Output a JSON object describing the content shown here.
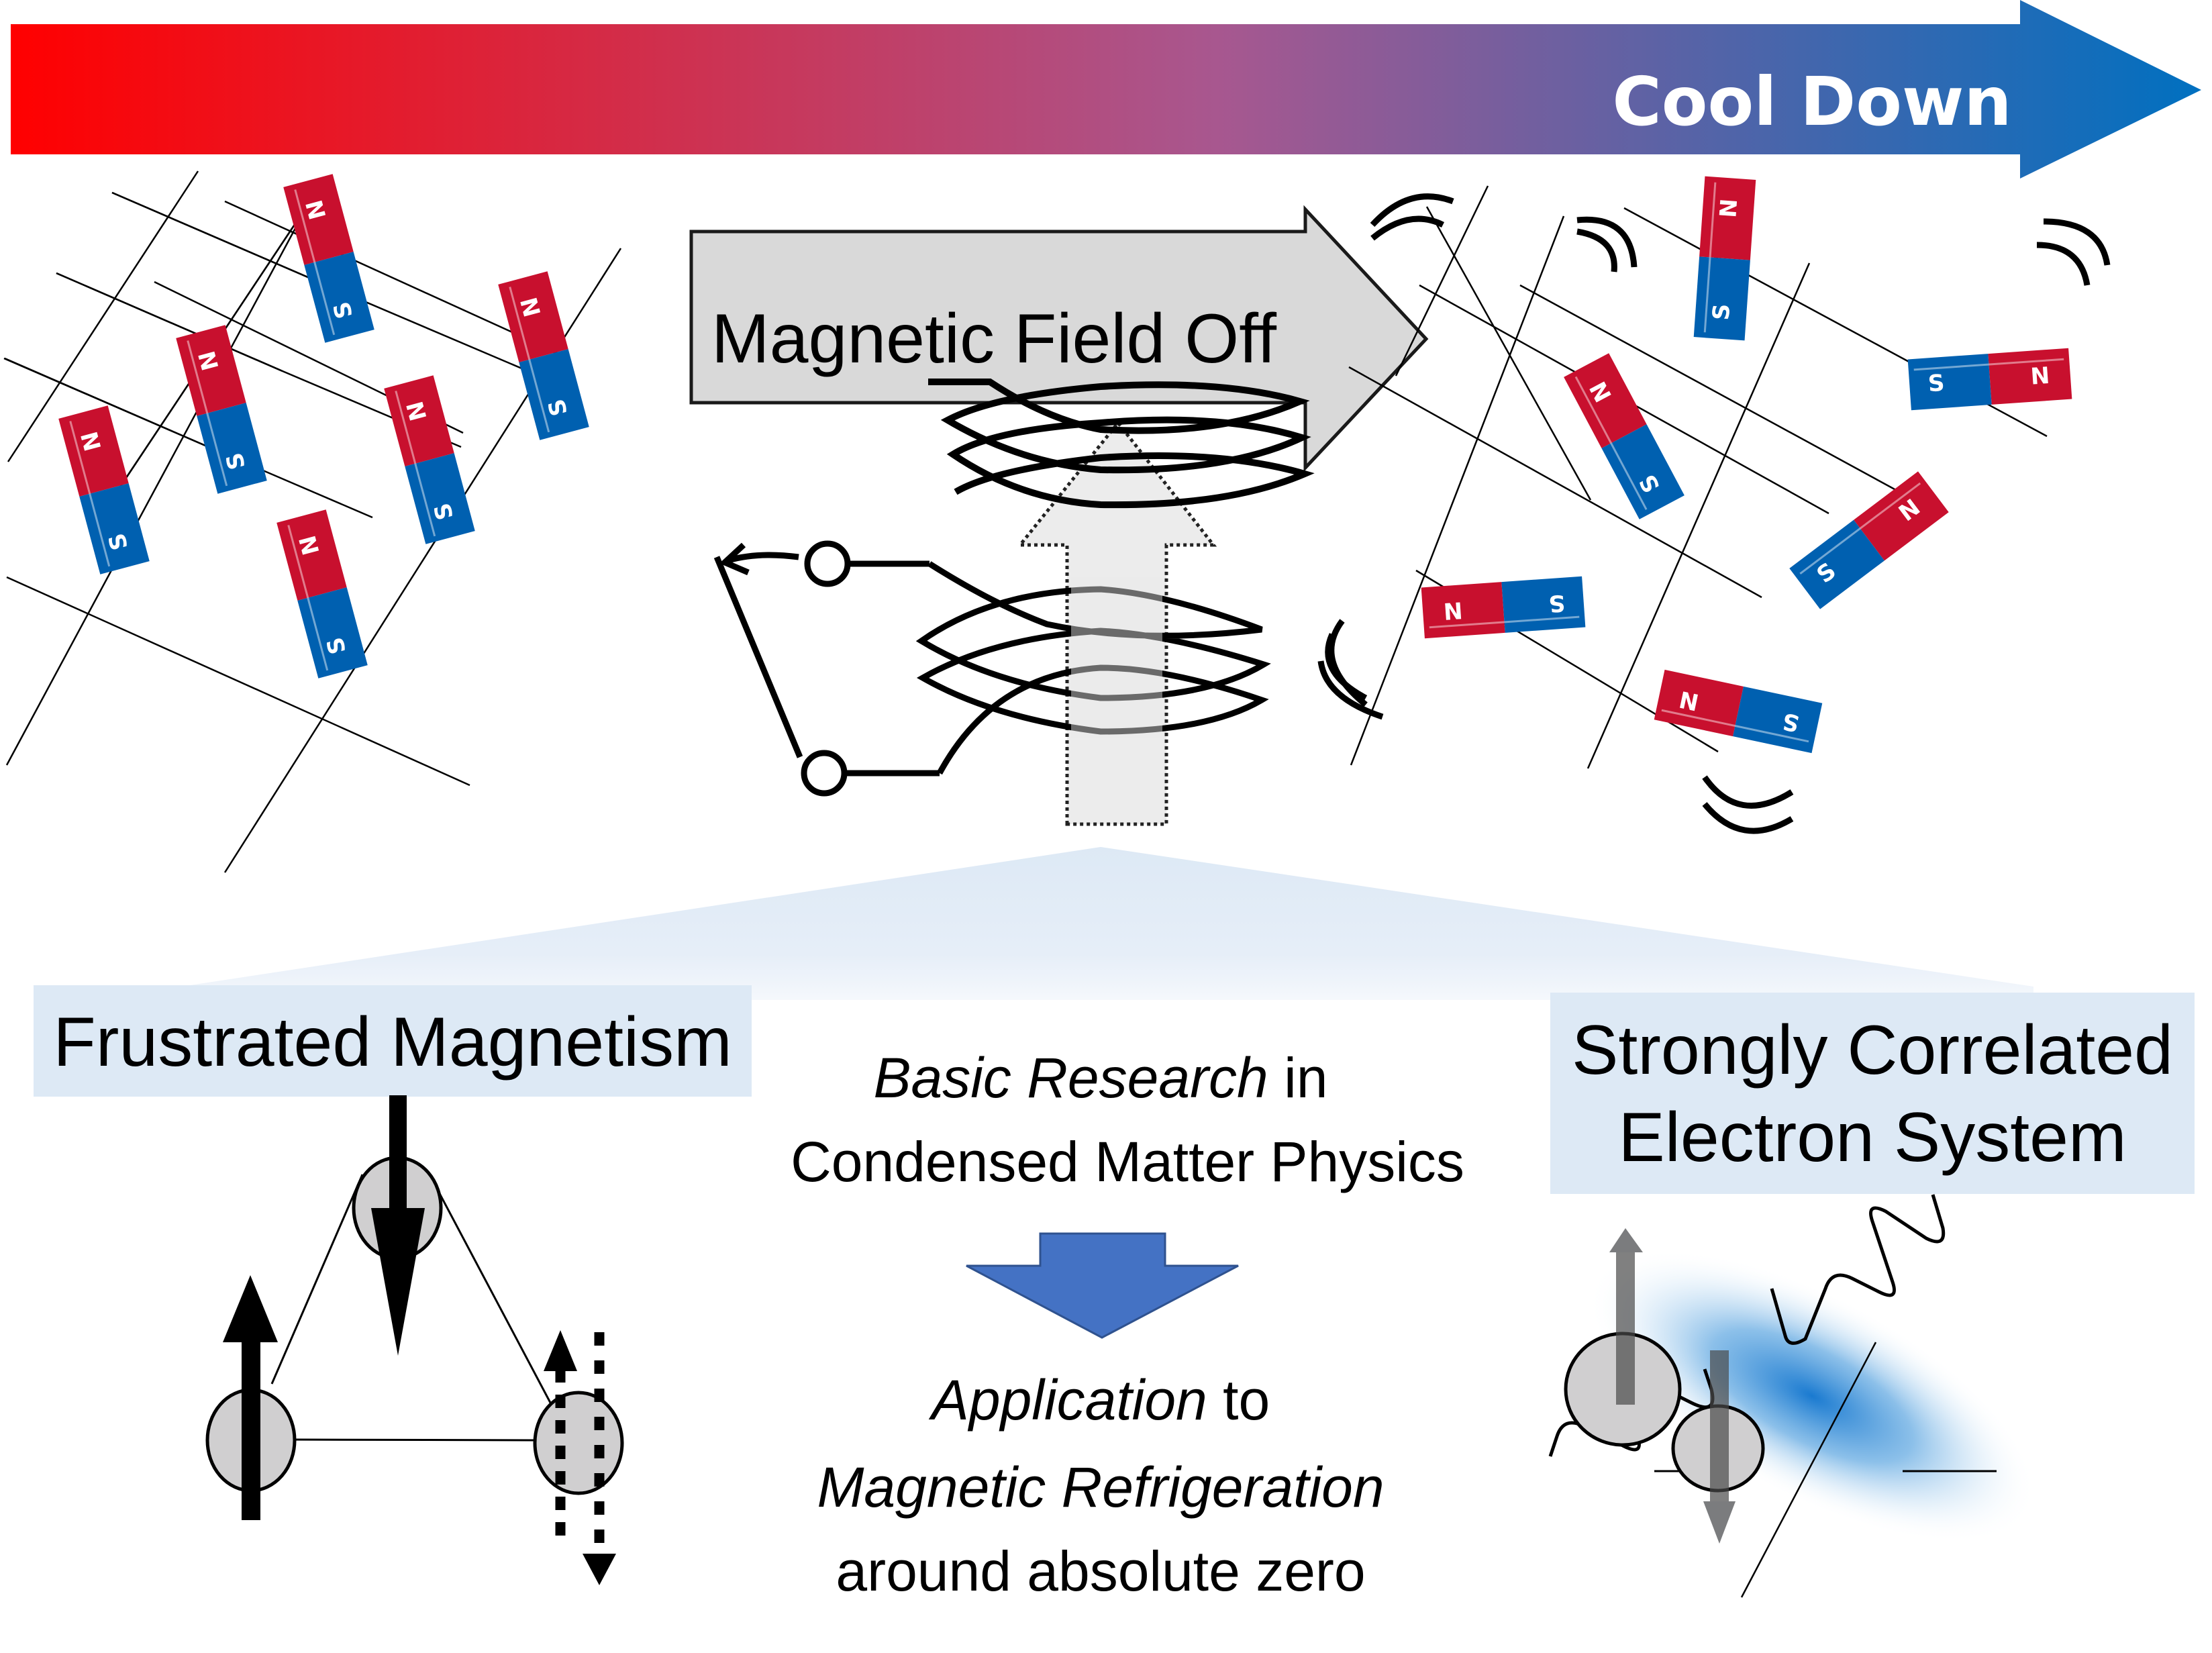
{
  "banner": {
    "label": "Cool Down",
    "gradient_start": "#ff0000",
    "gradient_mid": "#a8578f",
    "gradient_end": "#0070c0"
  },
  "process_arrow": {
    "label": "Magnetic Field Off",
    "fill": "#d9d9d9"
  },
  "magnets": {
    "north_label": "N",
    "south_label": "S",
    "north_color": "#c8102e",
    "south_color": "#0060b0"
  },
  "left_state": {
    "description": "aligned magnets on lattice"
  },
  "right_state": {
    "description": "randomly oriented magnets on lattice"
  },
  "topics": {
    "left": {
      "label": "Frustrated Magnetism",
      "bg": "#dde9f5"
    },
    "right": {
      "line1": "Strongly Correlated",
      "line2": "Electron System",
      "bg": "#dde9f5"
    }
  },
  "center_text": {
    "basic_italic": "Basic Research",
    "basic_rest": " in",
    "condensed": "Condensed Matter Physics",
    "application_italic": "Application",
    "application_rest": " to",
    "refrigeration": "Magnetic Refrigeration",
    "absolute_zero": "around absolute zero",
    "down_arrow_color": "#4472c4"
  }
}
